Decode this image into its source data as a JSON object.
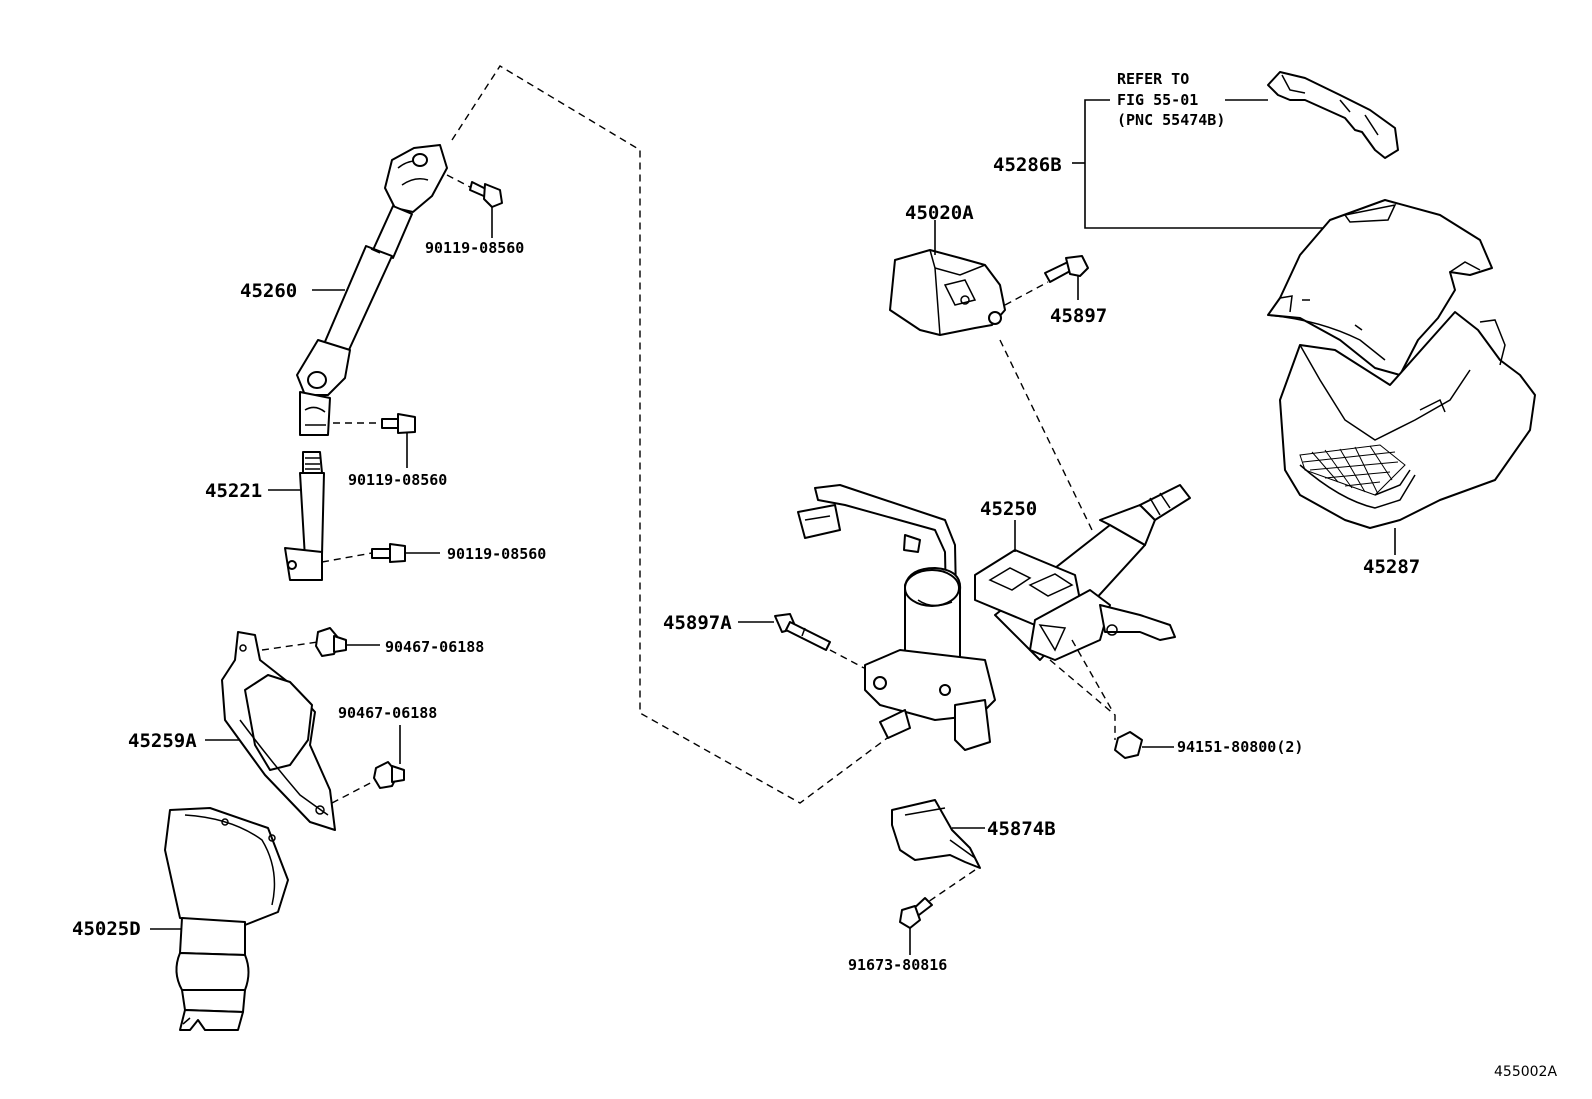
{
  "parts": {
    "p45260": "45260",
    "p90119_a": "90119-08560",
    "p90119_b": "90119-08560",
    "p90119_c": "90119-08560",
    "p45221": "45221",
    "p90467_a": "90467-06188",
    "p90467_b": "90467-06188",
    "p45259A": "45259A",
    "p45025D": "45025D",
    "p45020A": "45020A",
    "p45897": "45897",
    "p45250": "45250",
    "p45897A": "45897A",
    "p94151": "94151-80800(2)",
    "p45874B": "45874B",
    "p91673": "91673-80816",
    "p45286B": "45286B",
    "p45287": "45287"
  },
  "reference": {
    "line1": "REFER TO",
    "line2": "FIG 55-01",
    "line3": "(PNC 55474B)"
  },
  "figure_id": "455002A"
}
